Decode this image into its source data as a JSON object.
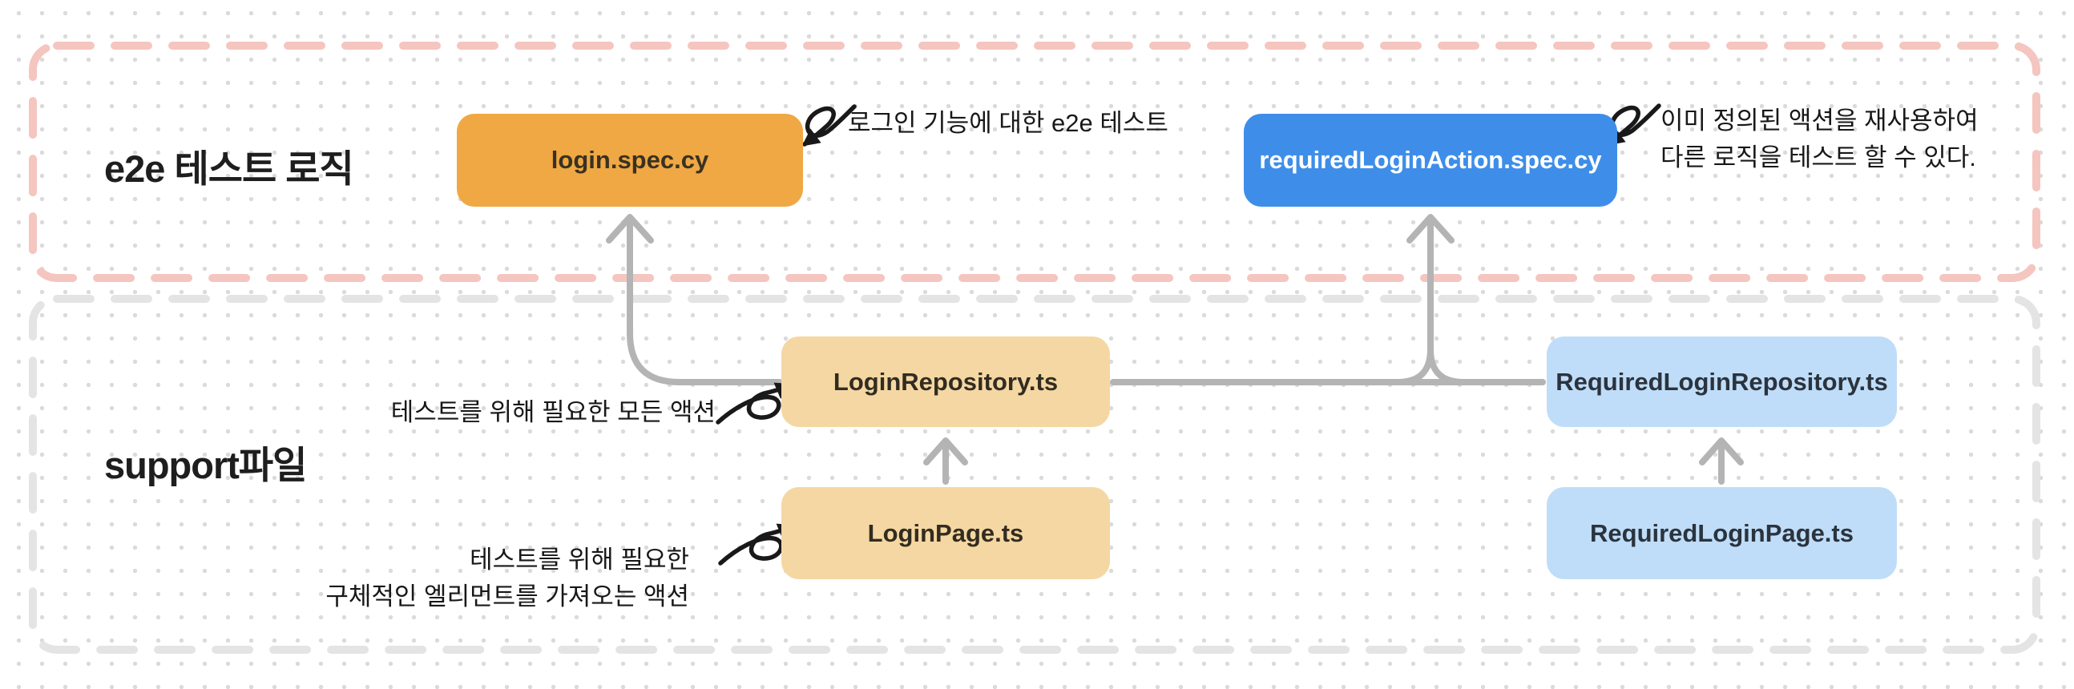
{
  "diagram": {
    "sections": [
      {
        "id": "e2e",
        "label": "e2e 테스트 로직",
        "border_color": "#f5c5bf"
      },
      {
        "id": "support",
        "label": "support파일",
        "border_color": "#e4e4e4"
      }
    ],
    "nodes": [
      {
        "id": "login-spec",
        "label": "login.spec.cy",
        "color": "#efa843"
      },
      {
        "id": "required-login-action-spec",
        "label": "requiredLoginAction.spec.cy",
        "color": "#3e8ee9"
      },
      {
        "id": "login-repository",
        "label": "LoginRepository.ts",
        "color": "#f5d7a3"
      },
      {
        "id": "login-page",
        "label": "LoginPage.ts",
        "color": "#f5d7a3"
      },
      {
        "id": "required-login-repository",
        "label": "RequiredLoginRepository.ts",
        "color": "#bfddf8"
      },
      {
        "id": "required-login-page",
        "label": "RequiredLoginPage.ts",
        "color": "#bfddf8"
      }
    ],
    "annotations": {
      "login_spec": {
        "text": "로그인 기능에 대한 e2e 테스트"
      },
      "required_login_action": {
        "lines": [
          "이미 정의된 액션을 재사용하여",
          "다른 로직을 테스트 할 수 있다."
        ]
      },
      "login_repository": {
        "text": "테스트를 위해 필요한 모든 액션"
      },
      "login_page": {
        "lines": [
          "테스트를 위해 필요한",
          "구체적인 엘리먼트를 가져오는 액션"
        ]
      }
    },
    "colors": {
      "connector_gray": "#b4b4b4",
      "hand_arrow_black": "#191919",
      "dot_grid": "#dbdbdb",
      "background": "#ffffff"
    }
  }
}
